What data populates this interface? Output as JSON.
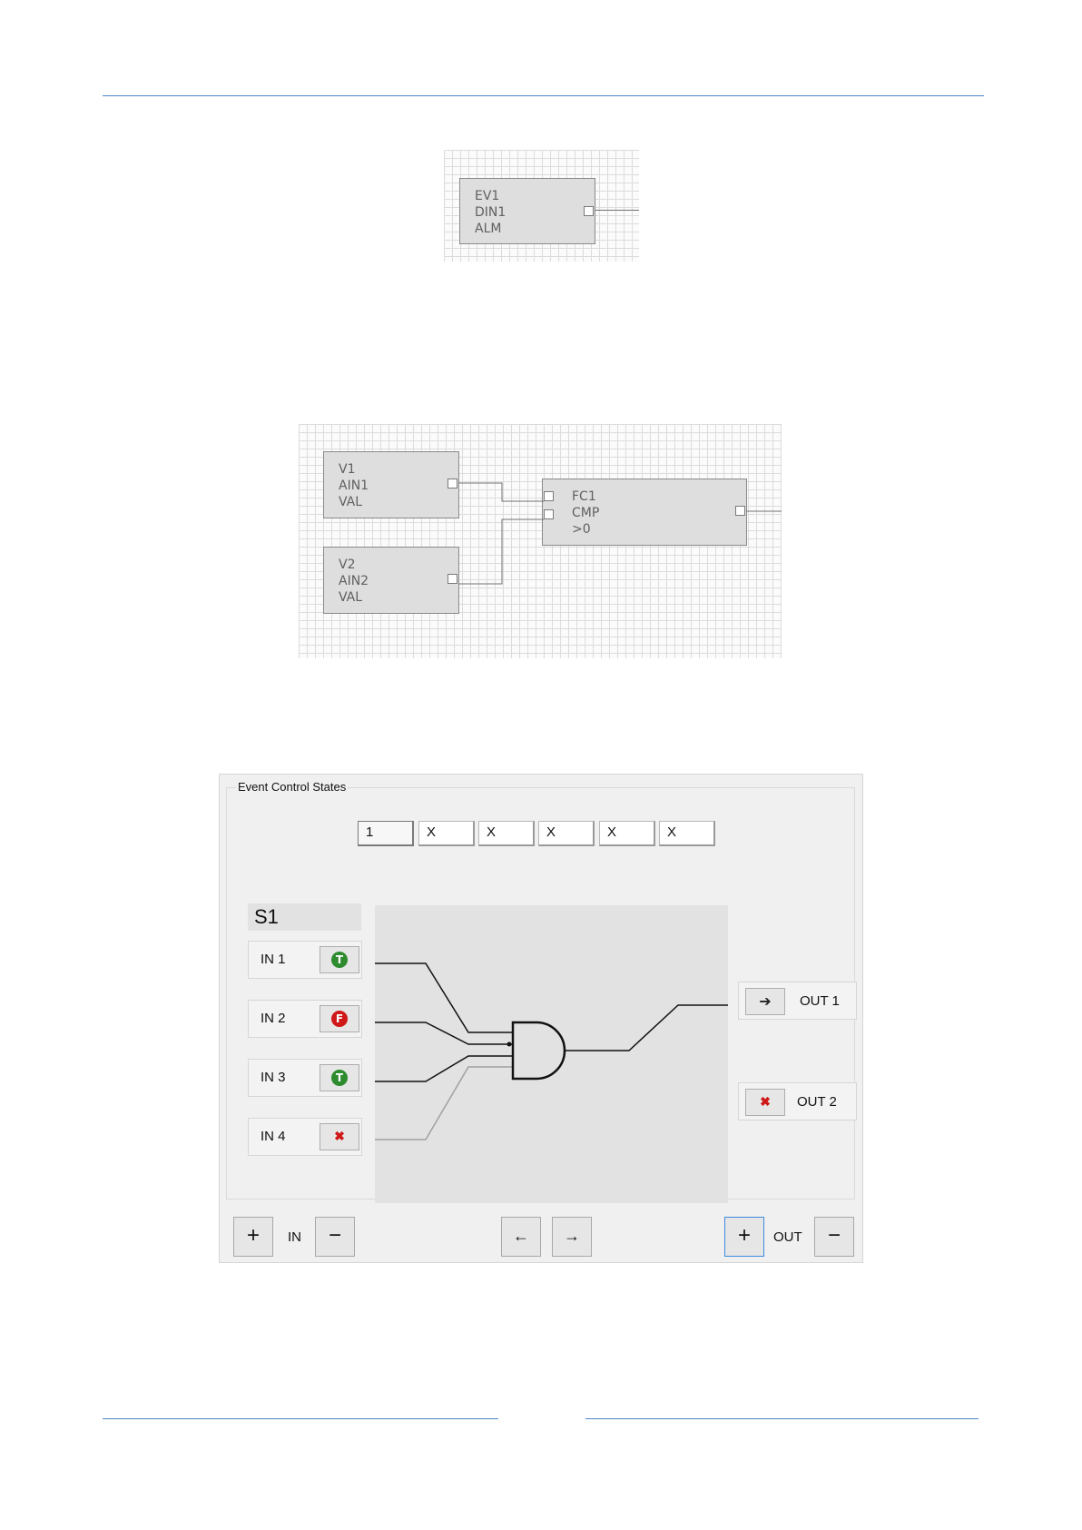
{
  "diagram1": {
    "block": {
      "lines": [
        "EV1",
        "DIN1",
        "ALM"
      ]
    }
  },
  "diagram2": {
    "block_v1": {
      "lines": [
        "V1",
        "AIN1",
        "VAL"
      ]
    },
    "block_v2": {
      "lines": [
        "V2",
        "AIN2",
        "VAL"
      ]
    },
    "block_fc1": {
      "lines": [
        "FC1",
        "CMP",
        ">0"
      ]
    }
  },
  "panel": {
    "group_title": "Event Control States",
    "states": [
      "1",
      "X",
      "X",
      "X",
      "X",
      "X"
    ],
    "state_label": "S1",
    "inputs": [
      {
        "label": "IN 1",
        "state": "T",
        "icon": "true-icon"
      },
      {
        "label": "IN 2",
        "state": "F",
        "icon": "false-icon"
      },
      {
        "label": "IN 3",
        "state": "T",
        "icon": "true-icon"
      },
      {
        "label": "IN 4",
        "state": "✖",
        "icon": "unused-icon"
      }
    ],
    "outputs": [
      {
        "label": "OUT 1",
        "icon": "arrow-right-icon"
      },
      {
        "label": "OUT 2",
        "icon": "unused-icon"
      }
    ],
    "gate": "AND",
    "bottom": {
      "in_add": "+",
      "in_label": "IN",
      "in_remove": "−",
      "prev": "←",
      "next": "→",
      "out_add": "+",
      "out_label": "OUT",
      "out_remove": "−"
    }
  }
}
